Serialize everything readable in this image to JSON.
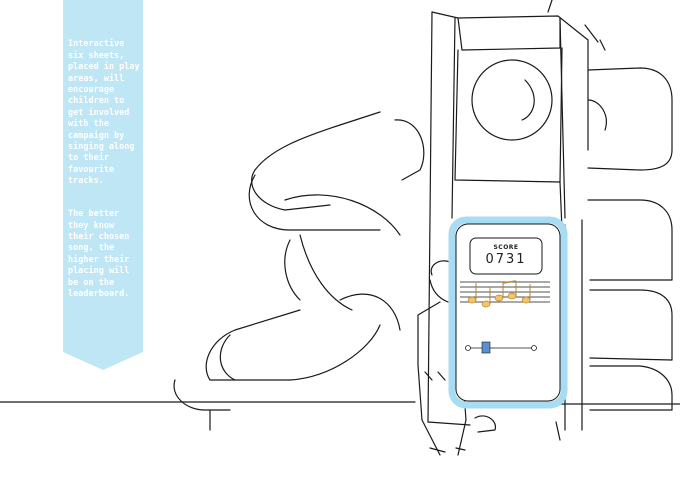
{
  "caption": {
    "paragraph_1": "Interactive six sheets, placed in play areas, will encourage children to get involved with the campaign by singing along to their favourite tracks.",
    "paragraph_2": "The better they know their chosen song, the higher their placing will be on the leaderboard."
  },
  "screen": {
    "score_label": "SCORE",
    "score_value": "0731"
  },
  "colors": {
    "banner": "#bfe6f5",
    "screen_frame": "#a8dcf3",
    "note": "#f3c46a",
    "line": "#1a1a1a"
  }
}
